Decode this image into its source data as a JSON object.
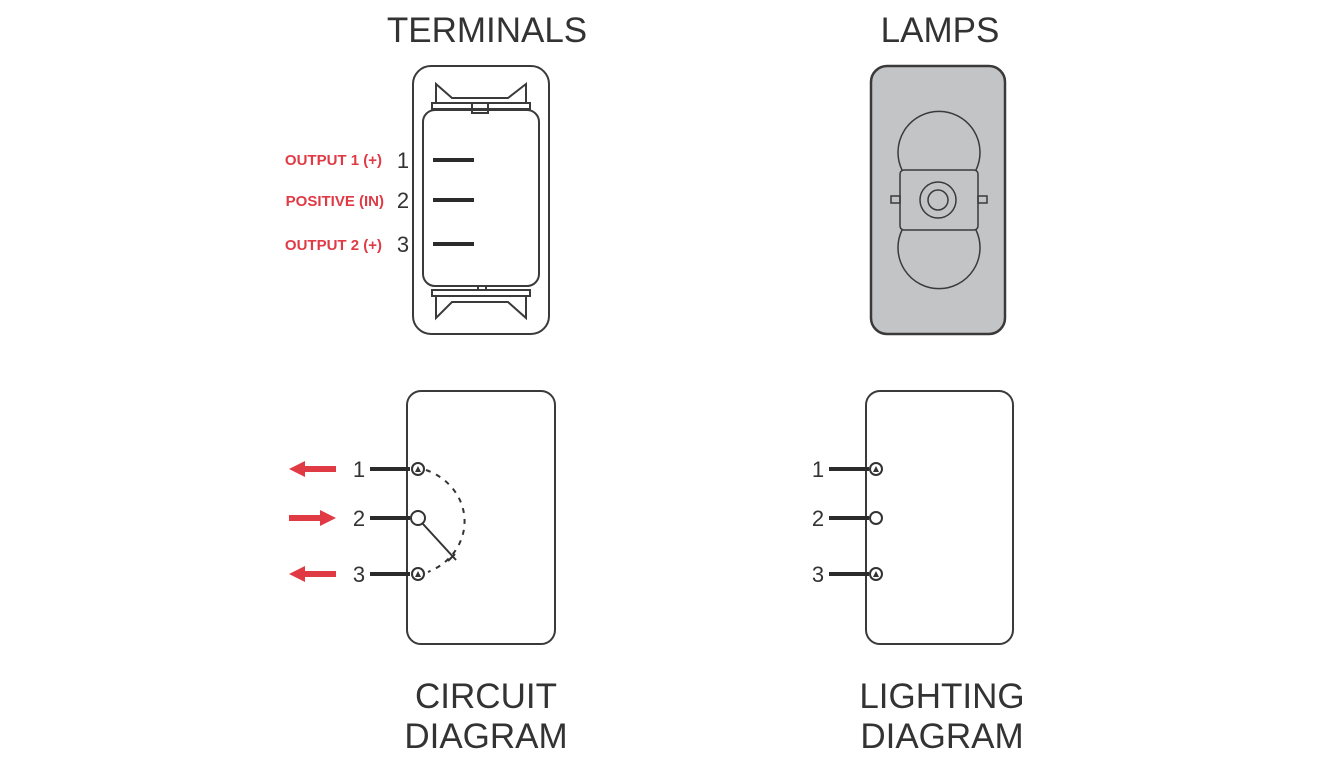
{
  "titles": {
    "terminals": "TERMINALS",
    "lamps": "LAMPS",
    "circuit_line1": "CIRCUIT",
    "circuit_line2": "DIAGRAM",
    "lighting_line1": "LIGHTING",
    "lighting_line2": "DIAGRAM"
  },
  "terminals": [
    {
      "number": "1",
      "label": "OUTPUT 1 (+)"
    },
    {
      "number": "2",
      "label": "POSITIVE (IN)"
    },
    {
      "number": "3",
      "label": "OUTPUT 2 (+)"
    }
  ],
  "circuit": {
    "pins": [
      {
        "number": "1",
        "arrow": "left",
        "contact": "lamp"
      },
      {
        "number": "2",
        "arrow": "right",
        "contact": "open"
      },
      {
        "number": "3",
        "arrow": "left",
        "contact": "lamp"
      }
    ]
  },
  "lighting": {
    "pins": [
      {
        "number": "1",
        "contact": "lamp"
      },
      {
        "number": "2",
        "contact": "open"
      },
      {
        "number": "3",
        "contact": "lamp"
      }
    ]
  },
  "colors": {
    "accent_red": "#e03a45",
    "line": "#333333",
    "lamp_fill": "#c3c4c6"
  }
}
